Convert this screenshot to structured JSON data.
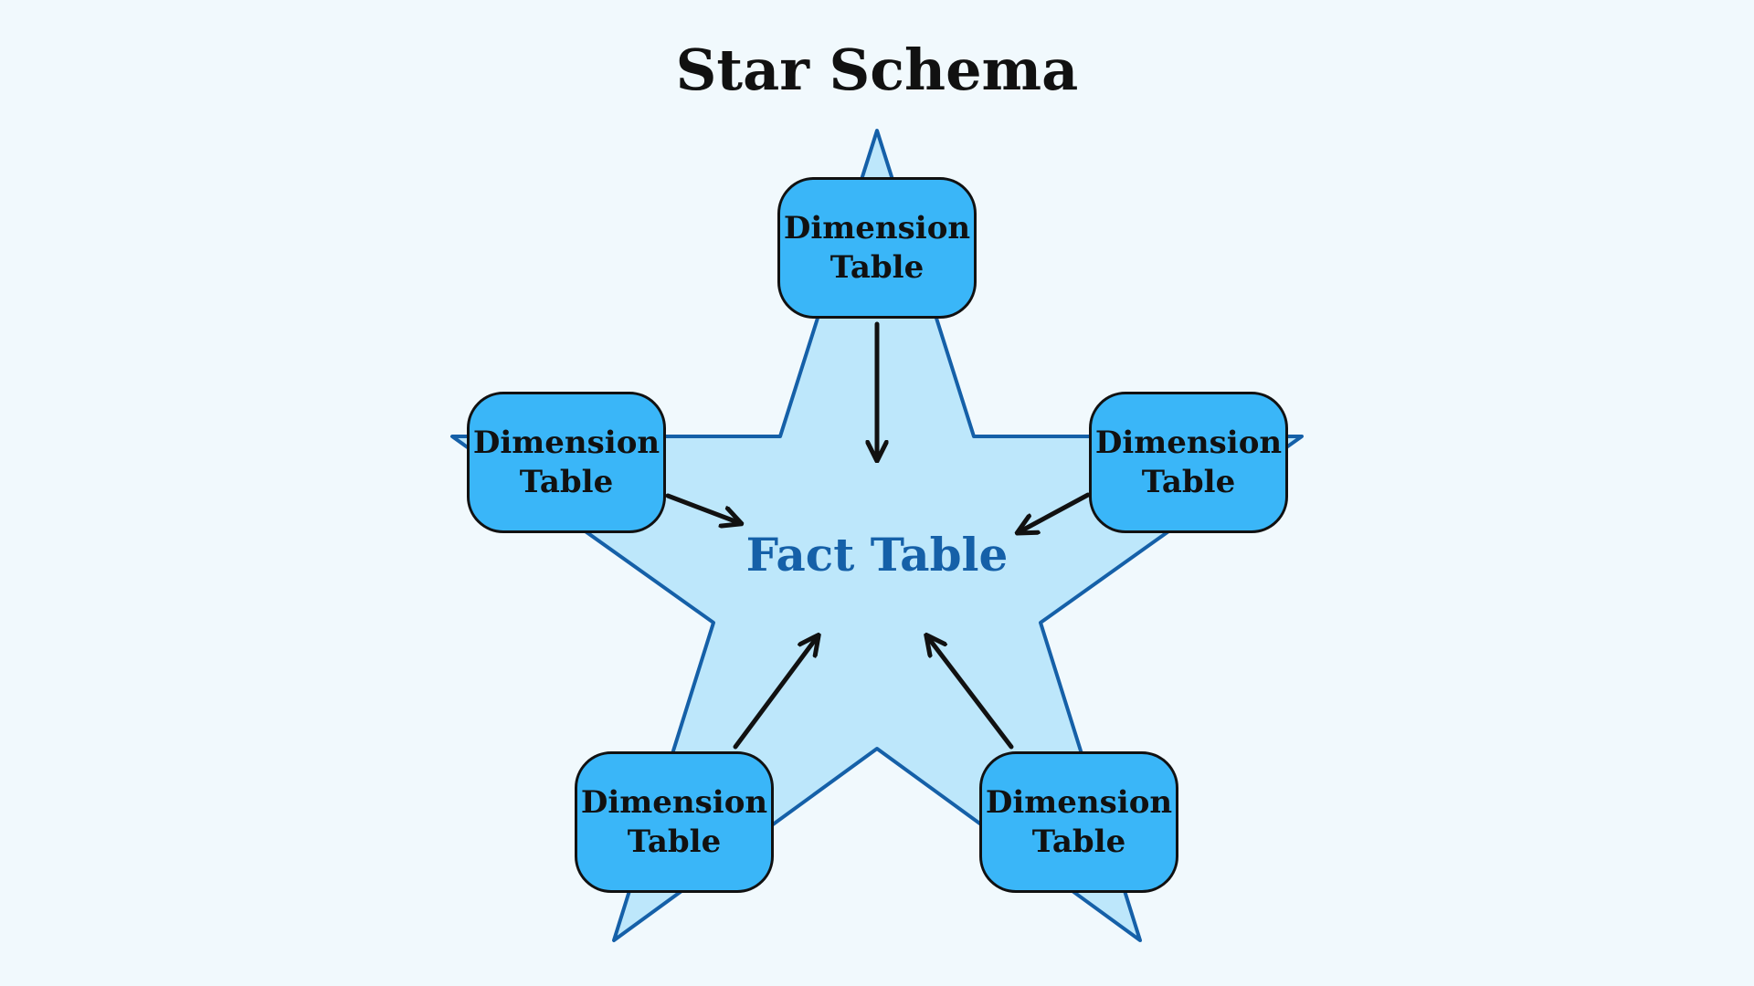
{
  "title": "Star Schema",
  "fact_table": {
    "label": "Fact Table"
  },
  "dimension_tables": [
    {
      "line1": "Dimension",
      "line2": "Table"
    },
    {
      "line1": "Dimension",
      "line2": "Table"
    },
    {
      "line1": "Dimension",
      "line2": "Table"
    },
    {
      "line1": "Dimension",
      "line2": "Table"
    },
    {
      "line1": "Dimension",
      "line2": "Table"
    }
  ],
  "colors": {
    "background": "#f1f9fd",
    "star_fill": "#bde7fb",
    "star_stroke": "#1560a8",
    "box_fill": "#3ab6f8",
    "box_stroke": "#111111",
    "arrow": "#111111",
    "fact_text": "#1560a8",
    "title_text": "#111111"
  }
}
